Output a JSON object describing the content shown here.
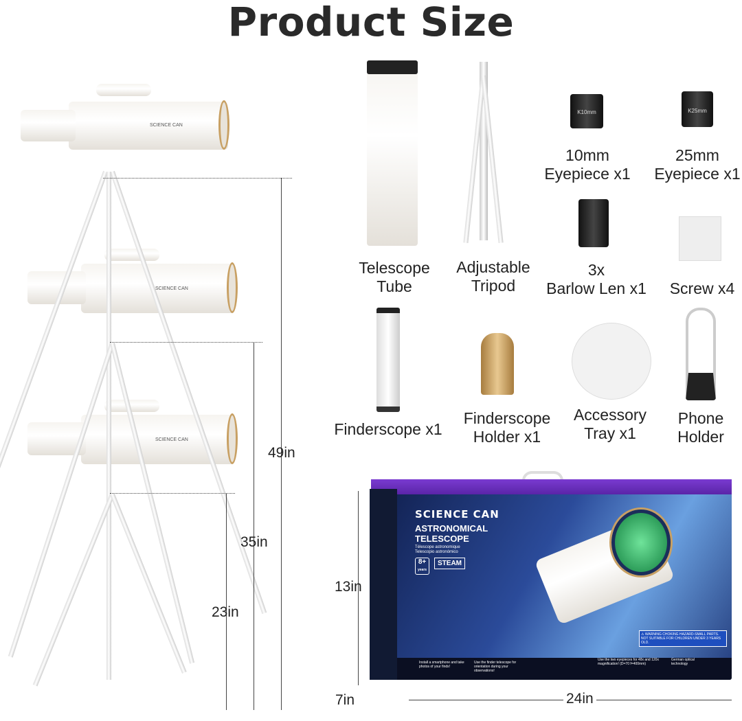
{
  "title": "Product Size",
  "dimensions": {
    "height_max": "49in",
    "height_mid": "35in",
    "height_min": "23in",
    "box_height": "13in",
    "box_depth": "7in",
    "box_width": "24in"
  },
  "items": [
    {
      "label": "Telescope\nTube"
    },
    {
      "label": "Adjustable\nTripod"
    },
    {
      "label": "10mm\nEyepiece x1",
      "marking": "K10mm"
    },
    {
      "label": "25mm\nEyepiece x1",
      "marking": "K25mm"
    },
    {
      "label": "3x\nBarlow Len x1"
    },
    {
      "label": "Screw x4"
    },
    {
      "label": "Finderscope x1"
    },
    {
      "label": "Finderscope\nHolder x1"
    },
    {
      "label": "Accessory\nTray x1"
    },
    {
      "label": "Phone\nHolder"
    }
  ],
  "brand": "SCIENCE CAN",
  "box": {
    "brand": "SCIENCE CAN",
    "title_line1": "ASTRONOMICAL",
    "title_line2": "TELESCOPE",
    "subtitle_fr": "Télescope astronomique",
    "subtitle_es": "Telescopio astronómico",
    "age": "8+",
    "age_unit": "years",
    "steam": "STEAM",
    "warning": "⚠ WARNING CHOKING HAZARD-SMALL PARTS. NOT SUITABLE FOR CHILDREN UNDER 3 YEARS OLD.",
    "caption1": "Install a smartphone and take photos of your finds!",
    "caption2": "Use the finder telescope for orientation during your observations!",
    "caption3": "Use the two eyepieces for 48x and 120x magnification! (D=70 f=400mm)",
    "caption4": "German optical technology"
  },
  "colors": {
    "accent_gold": "#c8a063",
    "box_purple": "#6a2fc0",
    "box_blue": "#1e3a8a"
  }
}
